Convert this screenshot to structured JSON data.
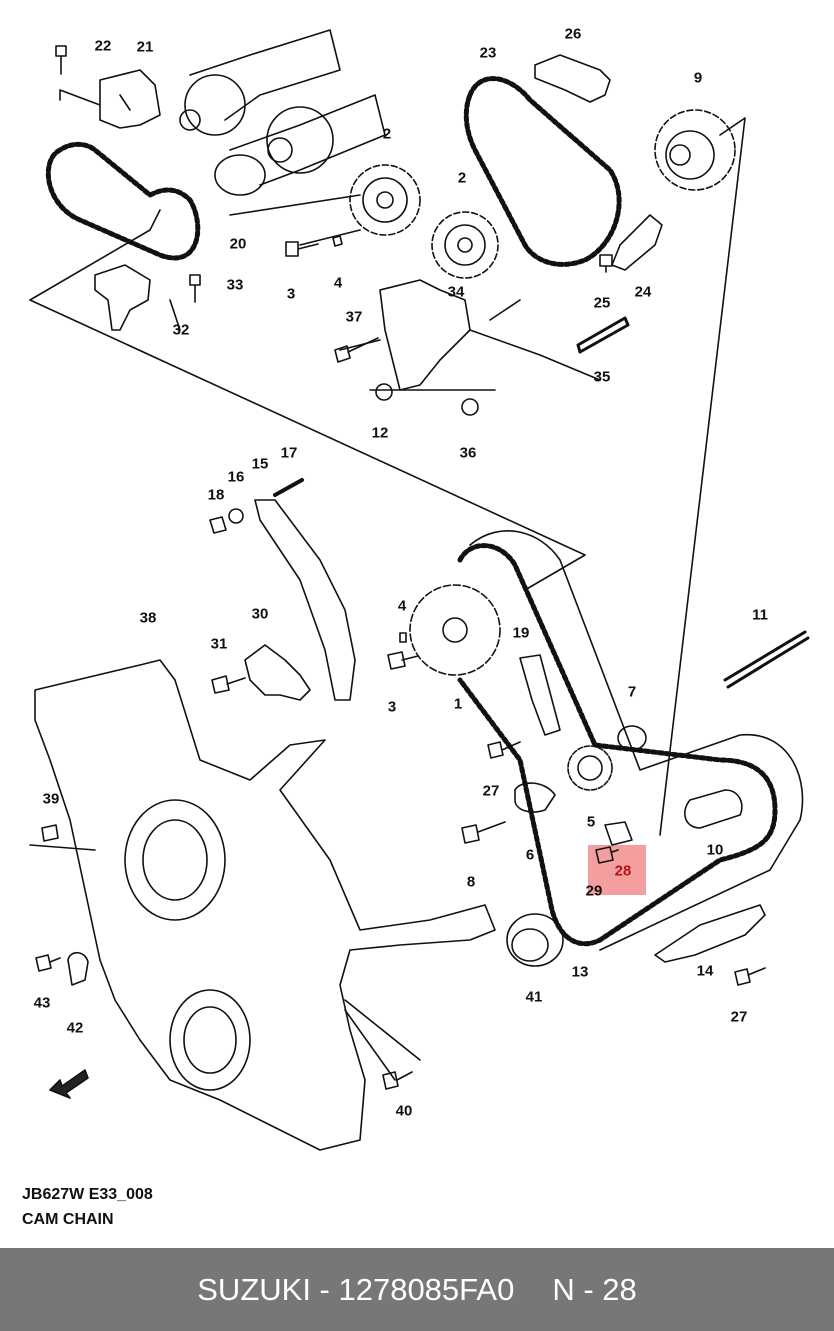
{
  "diagram": {
    "caption_code": "JB627W E33_008",
    "caption_title": "CAM CHAIN",
    "highlight_color": "#eb5050",
    "callouts": [
      "22",
      "21",
      "23",
      "26",
      "9",
      "2",
      "2",
      "20",
      "3",
      "4",
      "33",
      "34",
      "32",
      "37",
      "25",
      "24",
      "35",
      "12",
      "36",
      "15",
      "17",
      "16",
      "18",
      "30",
      "31",
      "38",
      "4",
      "3",
      "1",
      "19",
      "11",
      "7",
      "27",
      "5",
      "10",
      "39",
      "8",
      "6",
      "28",
      "29",
      "13",
      "14",
      "27",
      "41",
      "43",
      "42",
      "40"
    ],
    "highlighted_part": "28"
  },
  "footer": {
    "brand_part": "SUZUKI - 1278085FA0",
    "position": "N - 28"
  }
}
